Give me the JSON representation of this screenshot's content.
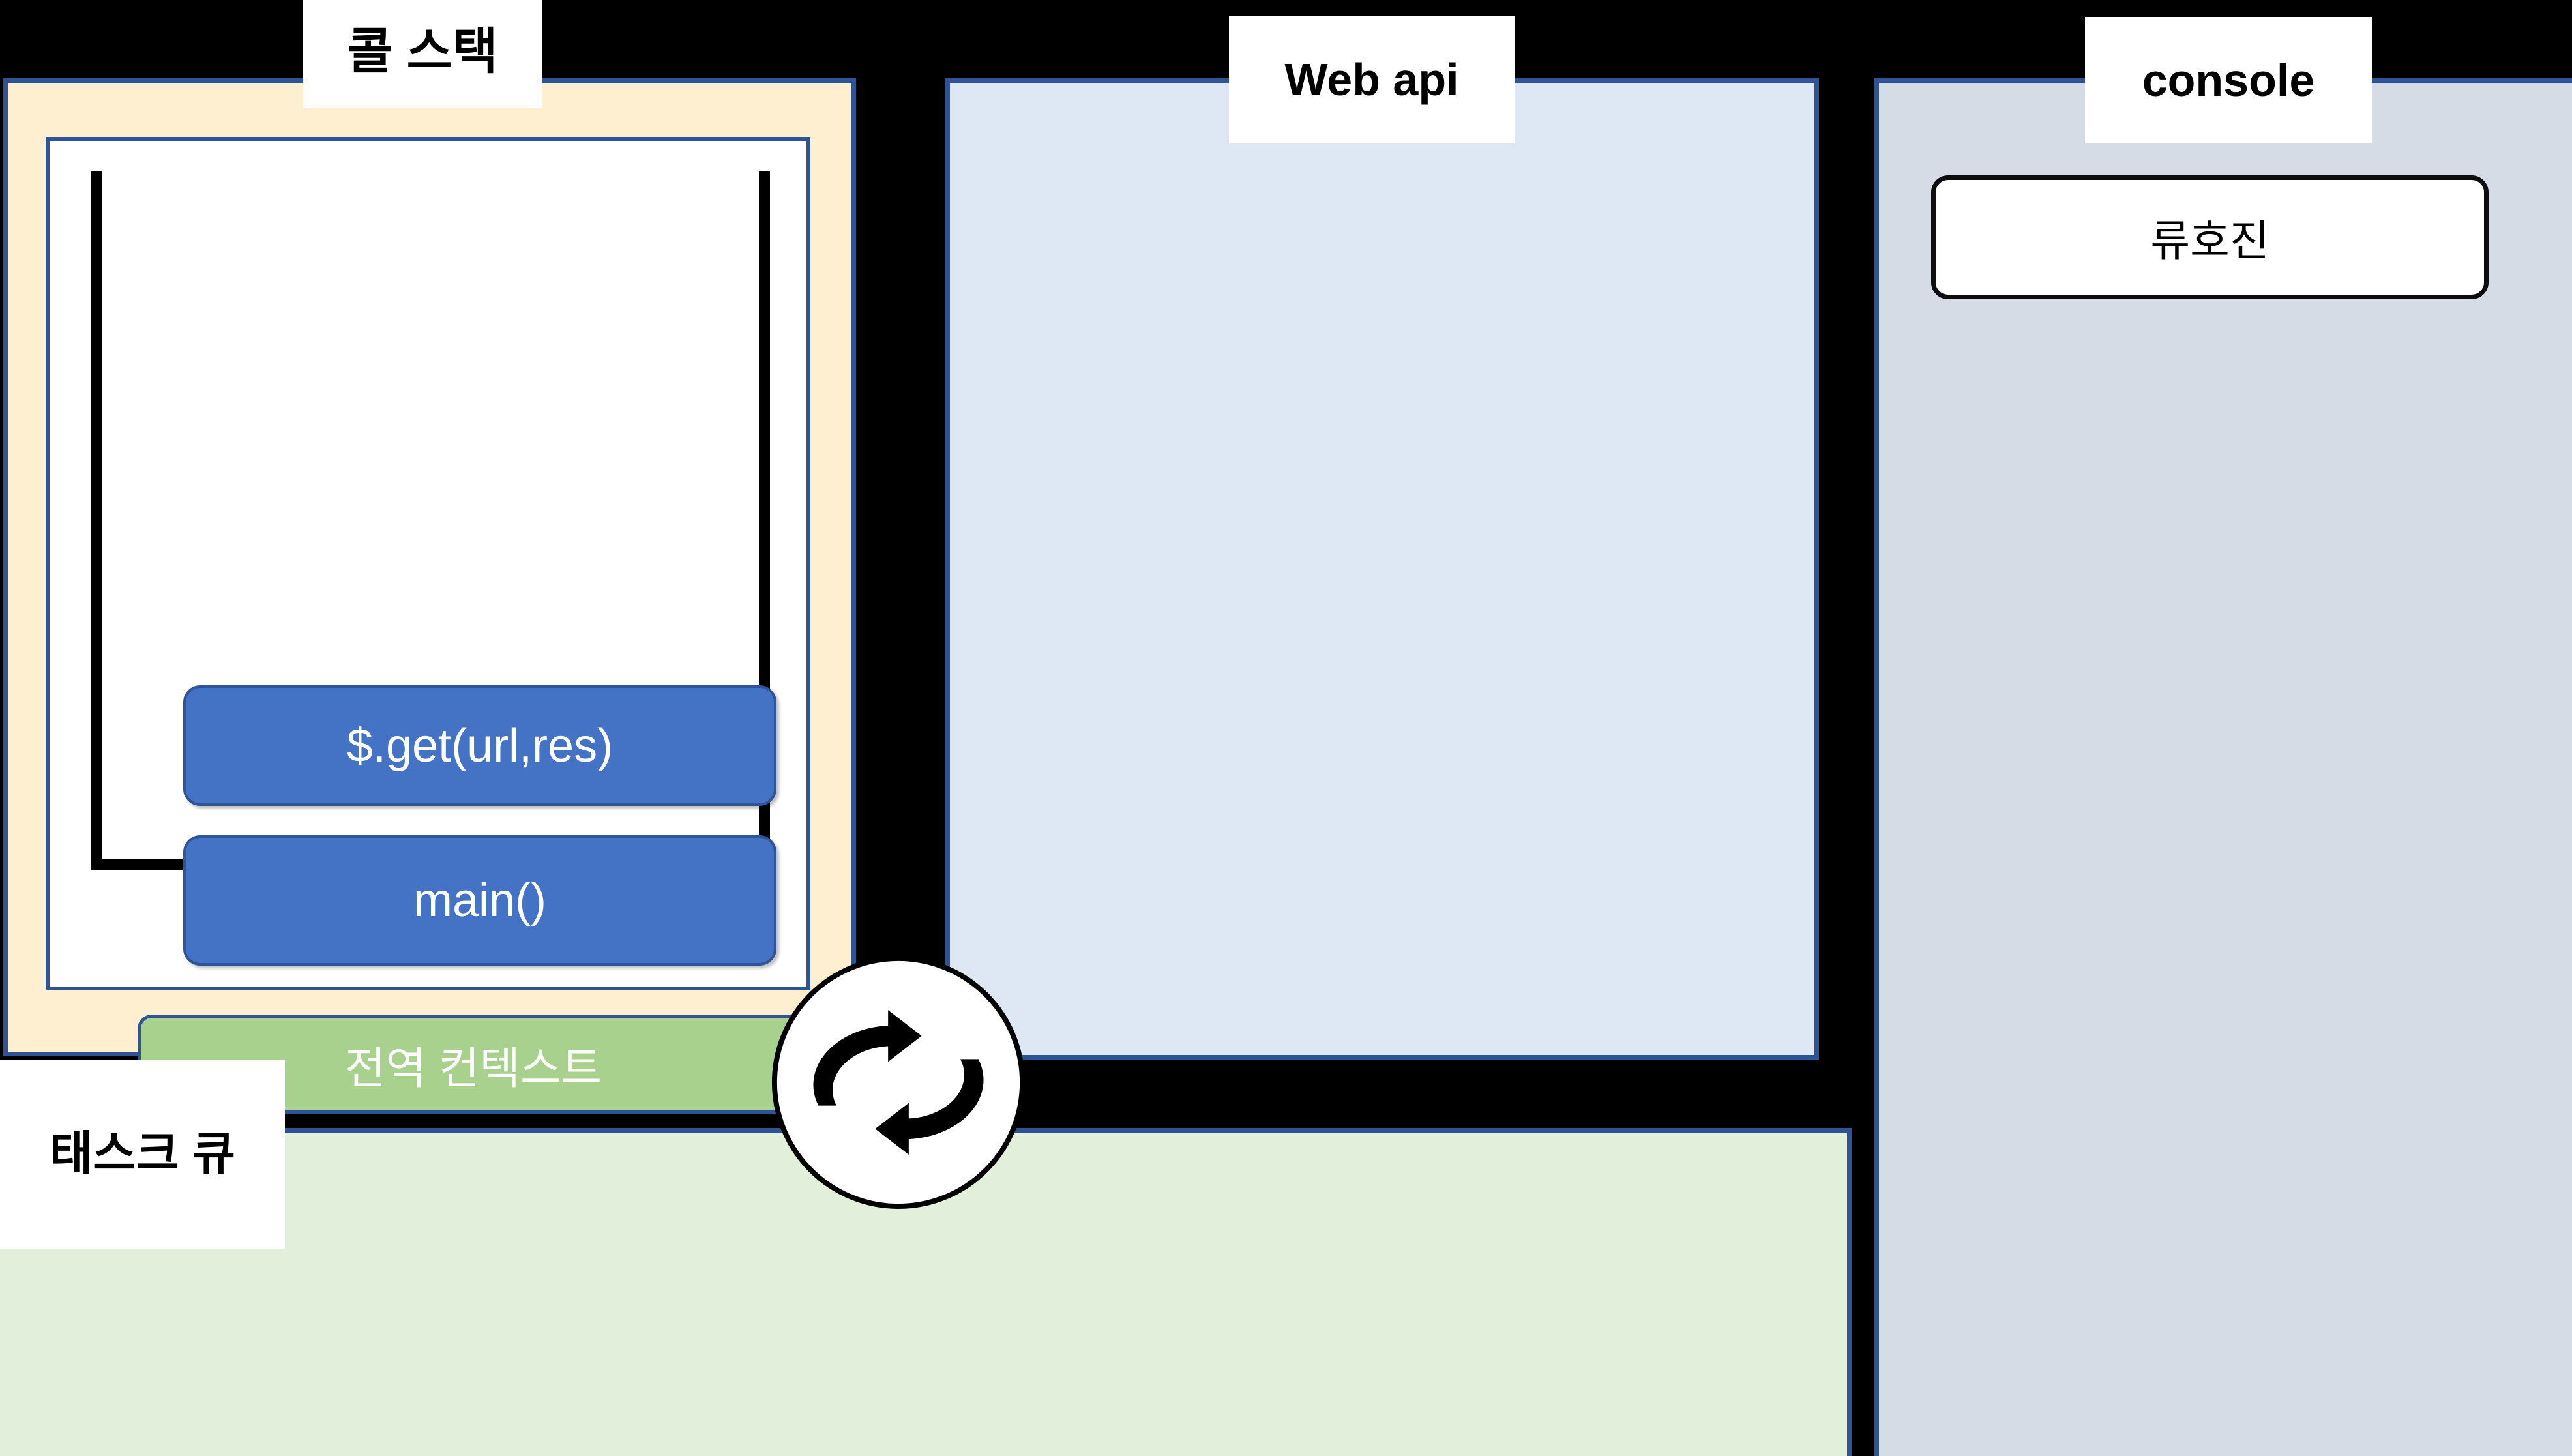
{
  "diagram": {
    "title_labels": {
      "call_stack": "콜 스택",
      "web_api": "Web api",
      "console": "console",
      "task_queue": "태스크 큐"
    },
    "call_stack": {
      "frames": [
        {
          "label": "$.get(url,res)"
        },
        {
          "label": "main()"
        }
      ],
      "global_context": "전역 컨텍스트"
    },
    "web_api": {
      "items": []
    },
    "task_queue": {
      "items": []
    },
    "console": {
      "logs": [
        {
          "text": "류호진"
        }
      ]
    },
    "event_loop": {
      "icon": "cycle-arrows-icon"
    },
    "colors": {
      "background": "#000000",
      "panel_border": "#2F5496",
      "call_stack_fill": "#FDEFD0",
      "web_api_fill": "#DEE8F5",
      "task_queue_fill": "#E2EFDA",
      "console_fill": "#D6DCE5",
      "frame_fill": "#4472C4",
      "global_context_fill": "#A9D18E",
      "frame_text": "#FFFFFF"
    }
  }
}
